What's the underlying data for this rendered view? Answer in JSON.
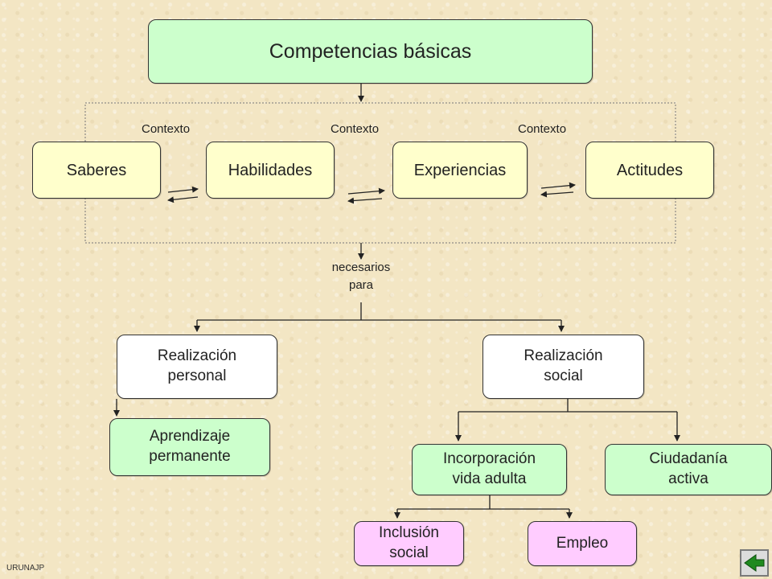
{
  "title": "Competencias básicas",
  "context_labels": [
    "Contexto",
    "Contexto",
    "Contexto"
  ],
  "components": [
    "Saberes",
    "Habilidades",
    "Experiencias",
    "Actitudes"
  ],
  "connector_label": "necesarios\npara",
  "realizacion_personal": "Realización\npersonal",
  "realizacion_social": "Realización\nsocial",
  "aprendizaje": "Aprendizaje\npermanente",
  "incorporacion": "Incorporación\nvida adulta",
  "ciudadania": "Ciudadanía\nactiva",
  "inclusion": "Inclusión\nsocial",
  "empleo": "Empleo",
  "credit": "URUNAJP",
  "colors": {
    "green_box": "#ccffcc",
    "yellow_box": "#ffffcc",
    "pink_box": "#ffccff",
    "background": "#f3e6c4",
    "nav_arrow": "#1f8a1f"
  },
  "nav_button_icon": "back-arrow-icon"
}
